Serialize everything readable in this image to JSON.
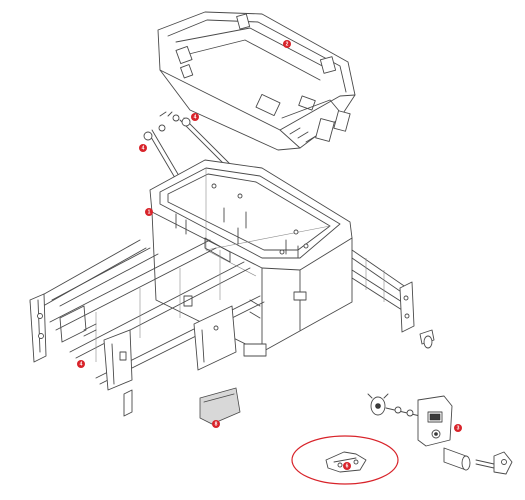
{
  "colors": {
    "callout": "#d8232a",
    "line_art": "#4a4a4a",
    "highlight_ellipse": "#d8232a",
    "background": "#ffffff"
  },
  "callouts": [
    {
      "id": "lid",
      "label": "2"
    },
    {
      "id": "rod-nut-left",
      "label": "4"
    },
    {
      "id": "rod-nut-right",
      "label": "4"
    },
    {
      "id": "case-body",
      "label": "1"
    },
    {
      "id": "mount-rail",
      "label": "4"
    },
    {
      "id": "rubber-pad",
      "label": "8"
    },
    {
      "id": "lock-assembly",
      "label": "3"
    },
    {
      "id": "highlighted-bracket",
      "label": "6"
    }
  ]
}
